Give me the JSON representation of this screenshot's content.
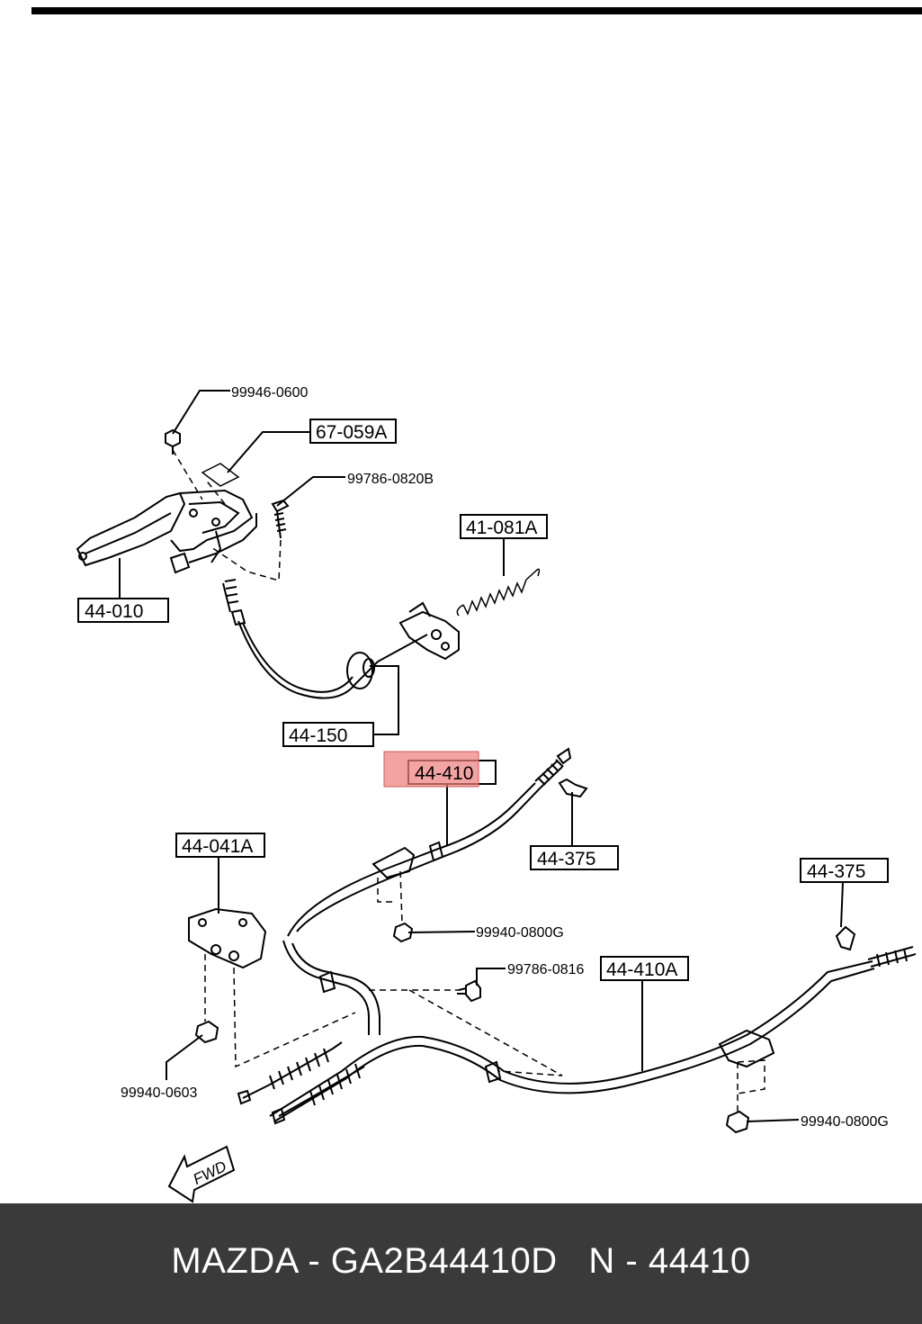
{
  "callouts": {
    "p44010": "44-010",
    "p67059A": "67-059A",
    "p41081A": "41-081A",
    "p44150": "44-150",
    "p44410": "44-410",
    "p44375a": "44-375",
    "p44375b": "44-375",
    "p44041A": "44-041A",
    "p44410A": "44-410A"
  },
  "fasteners": {
    "f99946_0600": "99946-0600",
    "f99786_0820B": "99786-0820B",
    "f99940_0800G_a": "99940-0800G",
    "f99786_0816": "99786-0816",
    "f99940_0603": "99940-0603",
    "f99940_0800G_b": "99940-0800G"
  },
  "fwd_label": "FWD",
  "highlight": {
    "part": "44-410",
    "color": "#f08080"
  },
  "footer": {
    "text": "MAZDA - GA2B44410D   N - 44410"
  }
}
